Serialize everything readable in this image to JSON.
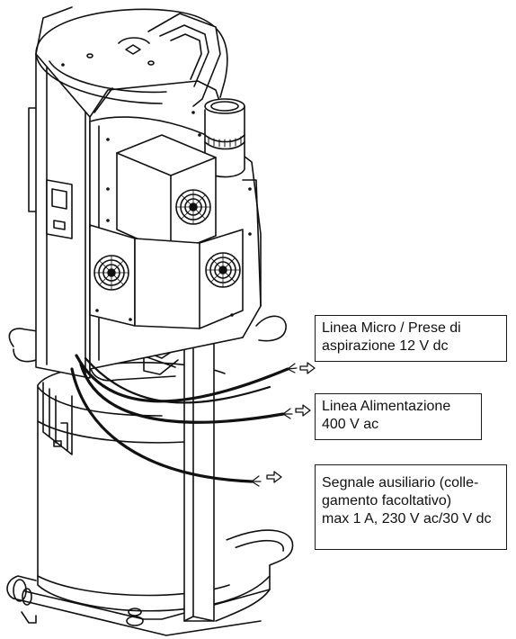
{
  "labels": {
    "micro": {
      "line1": "Linea Micro / Prese di",
      "line2": "aspirazione 12 V dc"
    },
    "power": {
      "line1": "Linea Alimentazione",
      "line2": "400 V ac"
    },
    "aux": {
      "line1": "Segnale ausiliario (colle-",
      "line2": "gamento facoltativo)",
      "line3": "max 1 A, 230 V ac/30 V dc"
    }
  },
  "colors": {
    "stroke": "#111111",
    "fill": "#ffffff",
    "cable": "#111111"
  }
}
